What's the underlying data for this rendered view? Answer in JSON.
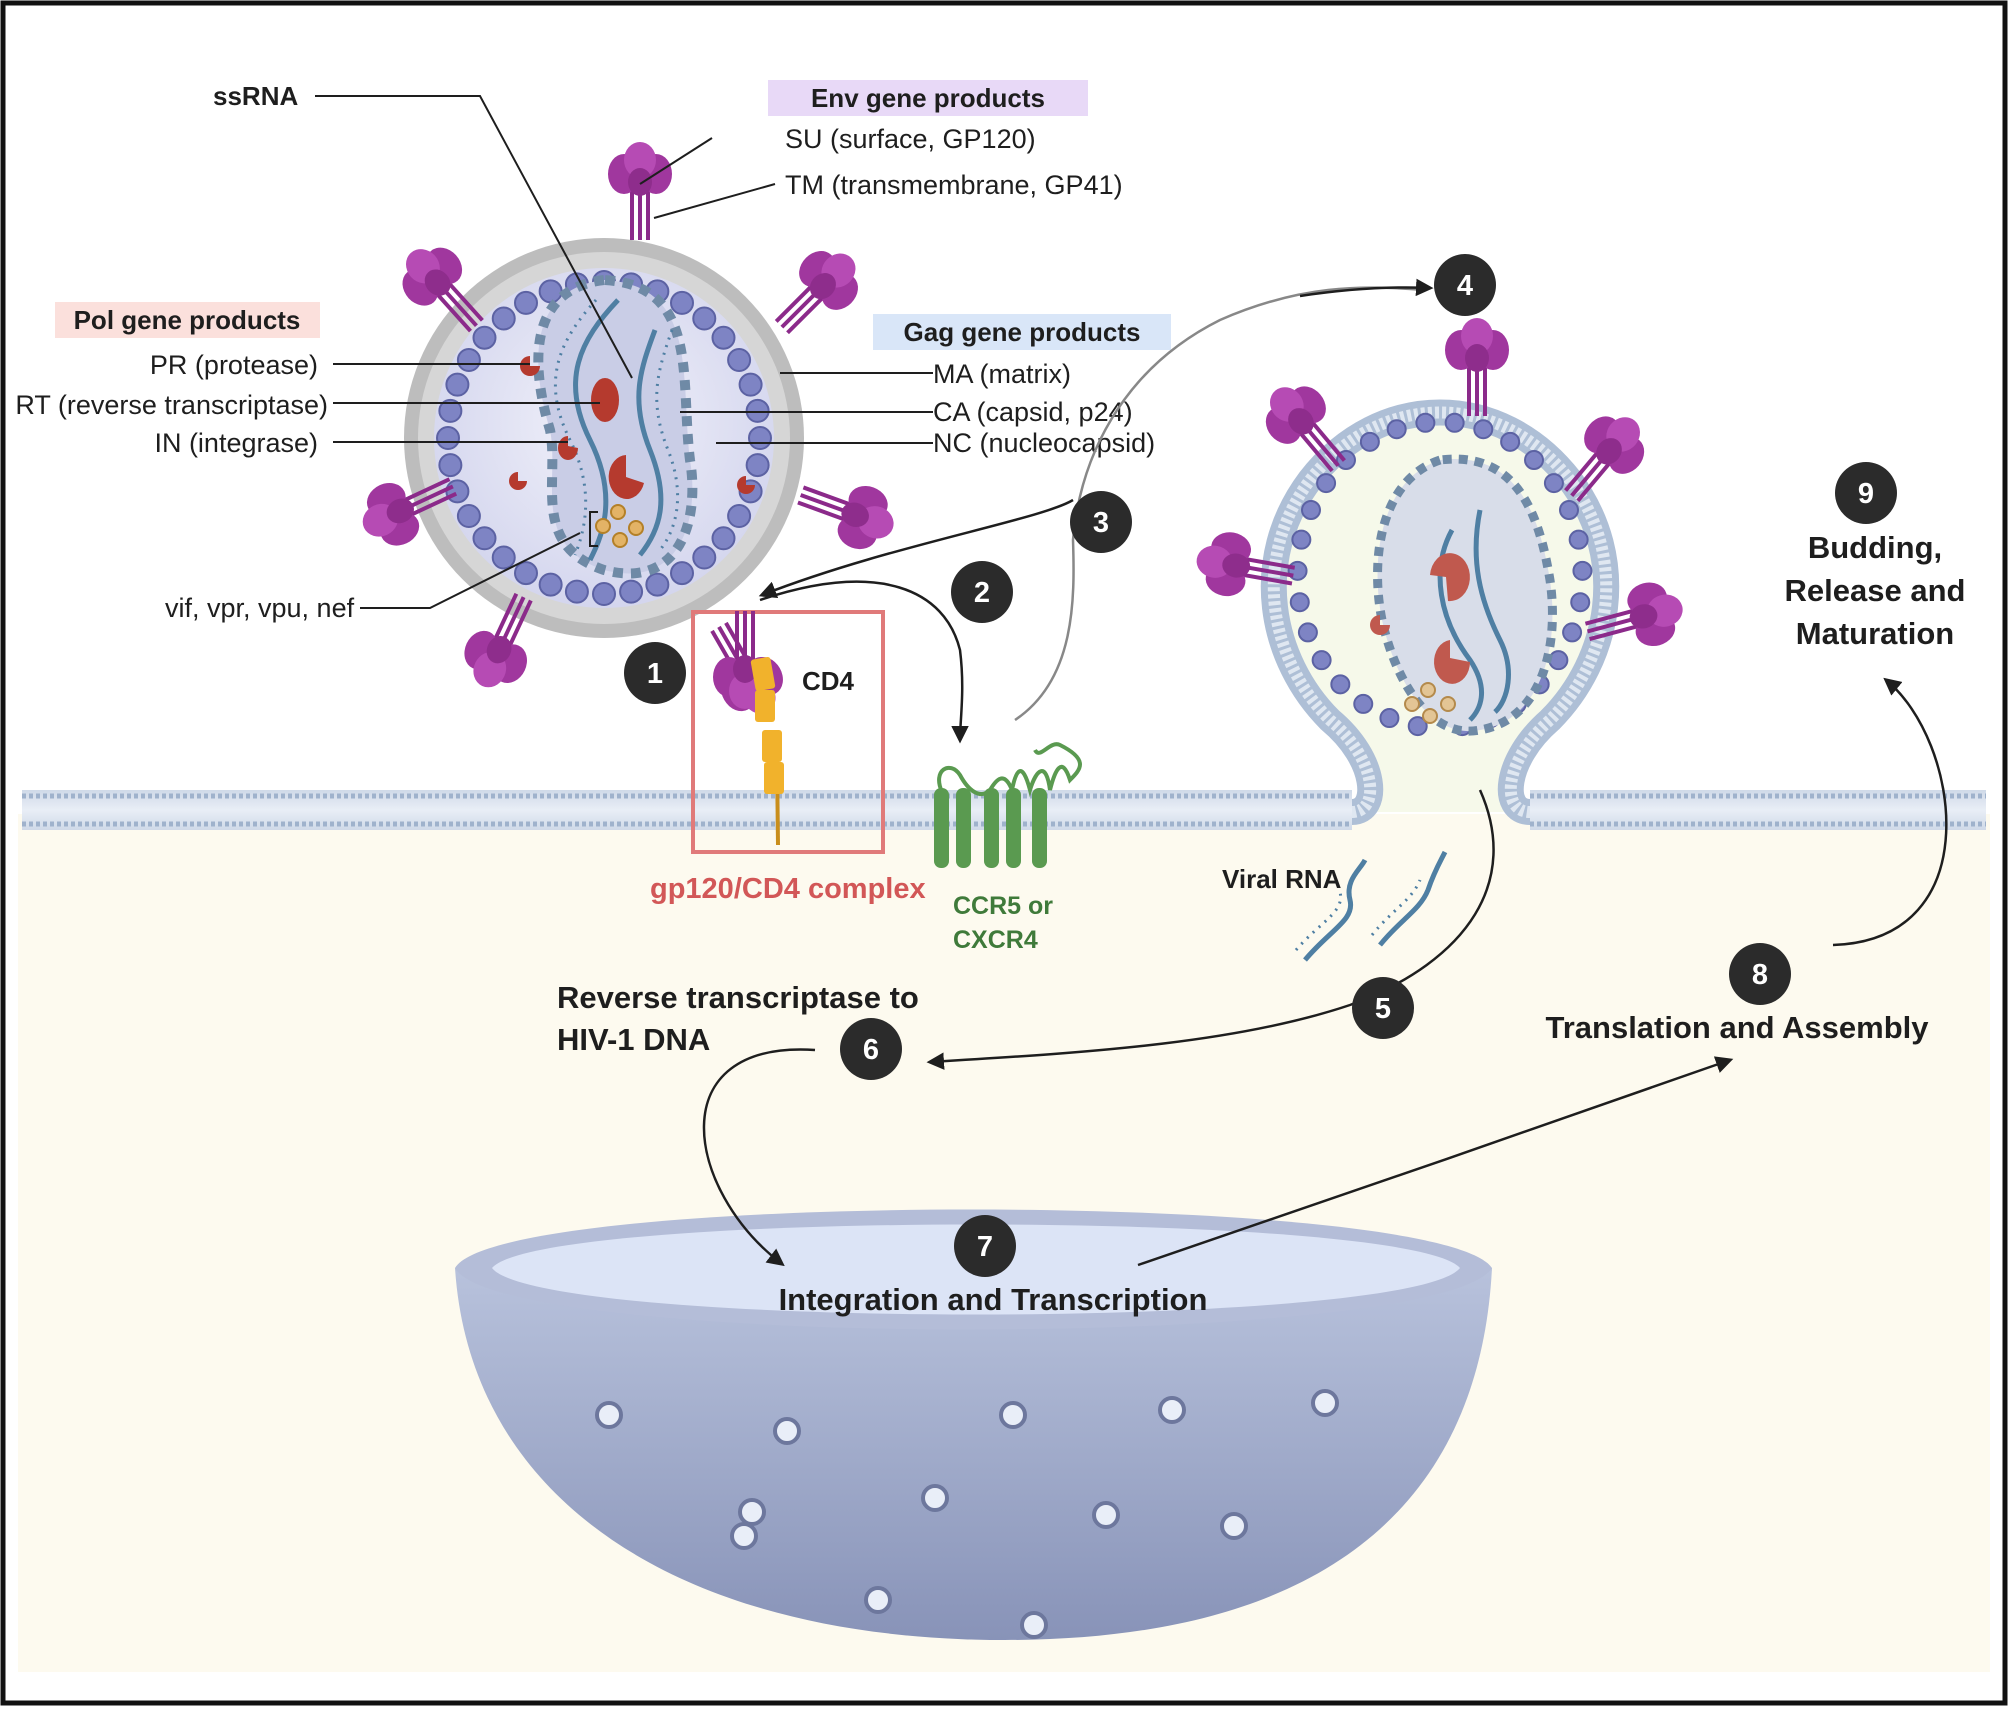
{
  "labels": {
    "ssrna": "ssRNA",
    "env_header": "Env gene products",
    "su": "SU (surface, GP120)",
    "tm": "TM (transmembrane, GP41)",
    "pol_header": "Pol gene products",
    "pr": "PR (protease)",
    "rt": "RT (reverse transcriptase)",
    "in": "IN (integrase)",
    "gag_header": "Gag gene products",
    "ma": "MA (matrix)",
    "ca": "CA (capsid, p24)",
    "nc": "NC (nucleocapsid)",
    "accessory": "vif, vpr, vpu, nef",
    "cd4": "CD4",
    "complex": "gp120/CD4 complex",
    "coreceptor_line1": "CCR5 or",
    "coreceptor_line2": "CXCR4",
    "viral_rna": "Viral RNA",
    "rt_step_line1": "Reverse transcriptase to",
    "rt_step_line2": "HIV-1 DNA",
    "integration": "Integration and Transcription",
    "translation": "Translation and Assembly",
    "budding_line1": "Budding,",
    "budding_line2": "Release and",
    "budding_line3": "Maturation"
  },
  "steps": [
    "1",
    "2",
    "3",
    "4",
    "5",
    "6",
    "7",
    "8",
    "9"
  ],
  "colors": {
    "env_header_bg": "#e8d9f7",
    "pol_header_bg": "#fbe0dc",
    "gag_header_bg": "#d9e6f8",
    "glycoprotein": "#a0379e",
    "membrane_bead": "#7e84c4",
    "capsid": "#6f8aa6",
    "rna": "#4f7fa3",
    "enzyme": "#b53a2e",
    "cd4": "#f1b22c",
    "coreceptor": "#5a9a50",
    "complex_box": "#e07a7a",
    "complex_text": "#d25757",
    "coreceptor_text": "#3f7a3a",
    "cytoplasm": "#fdfaef",
    "nucleus": "#9aa7c6",
    "step_badge": "#2b2b2b"
  },
  "icons": [
    "virion-icon",
    "glycoprotein-spike-icon",
    "cd4-receptor-icon",
    "coreceptor-icon",
    "budding-virion-icon",
    "viral-rna-icon",
    "nucleus-icon"
  ]
}
